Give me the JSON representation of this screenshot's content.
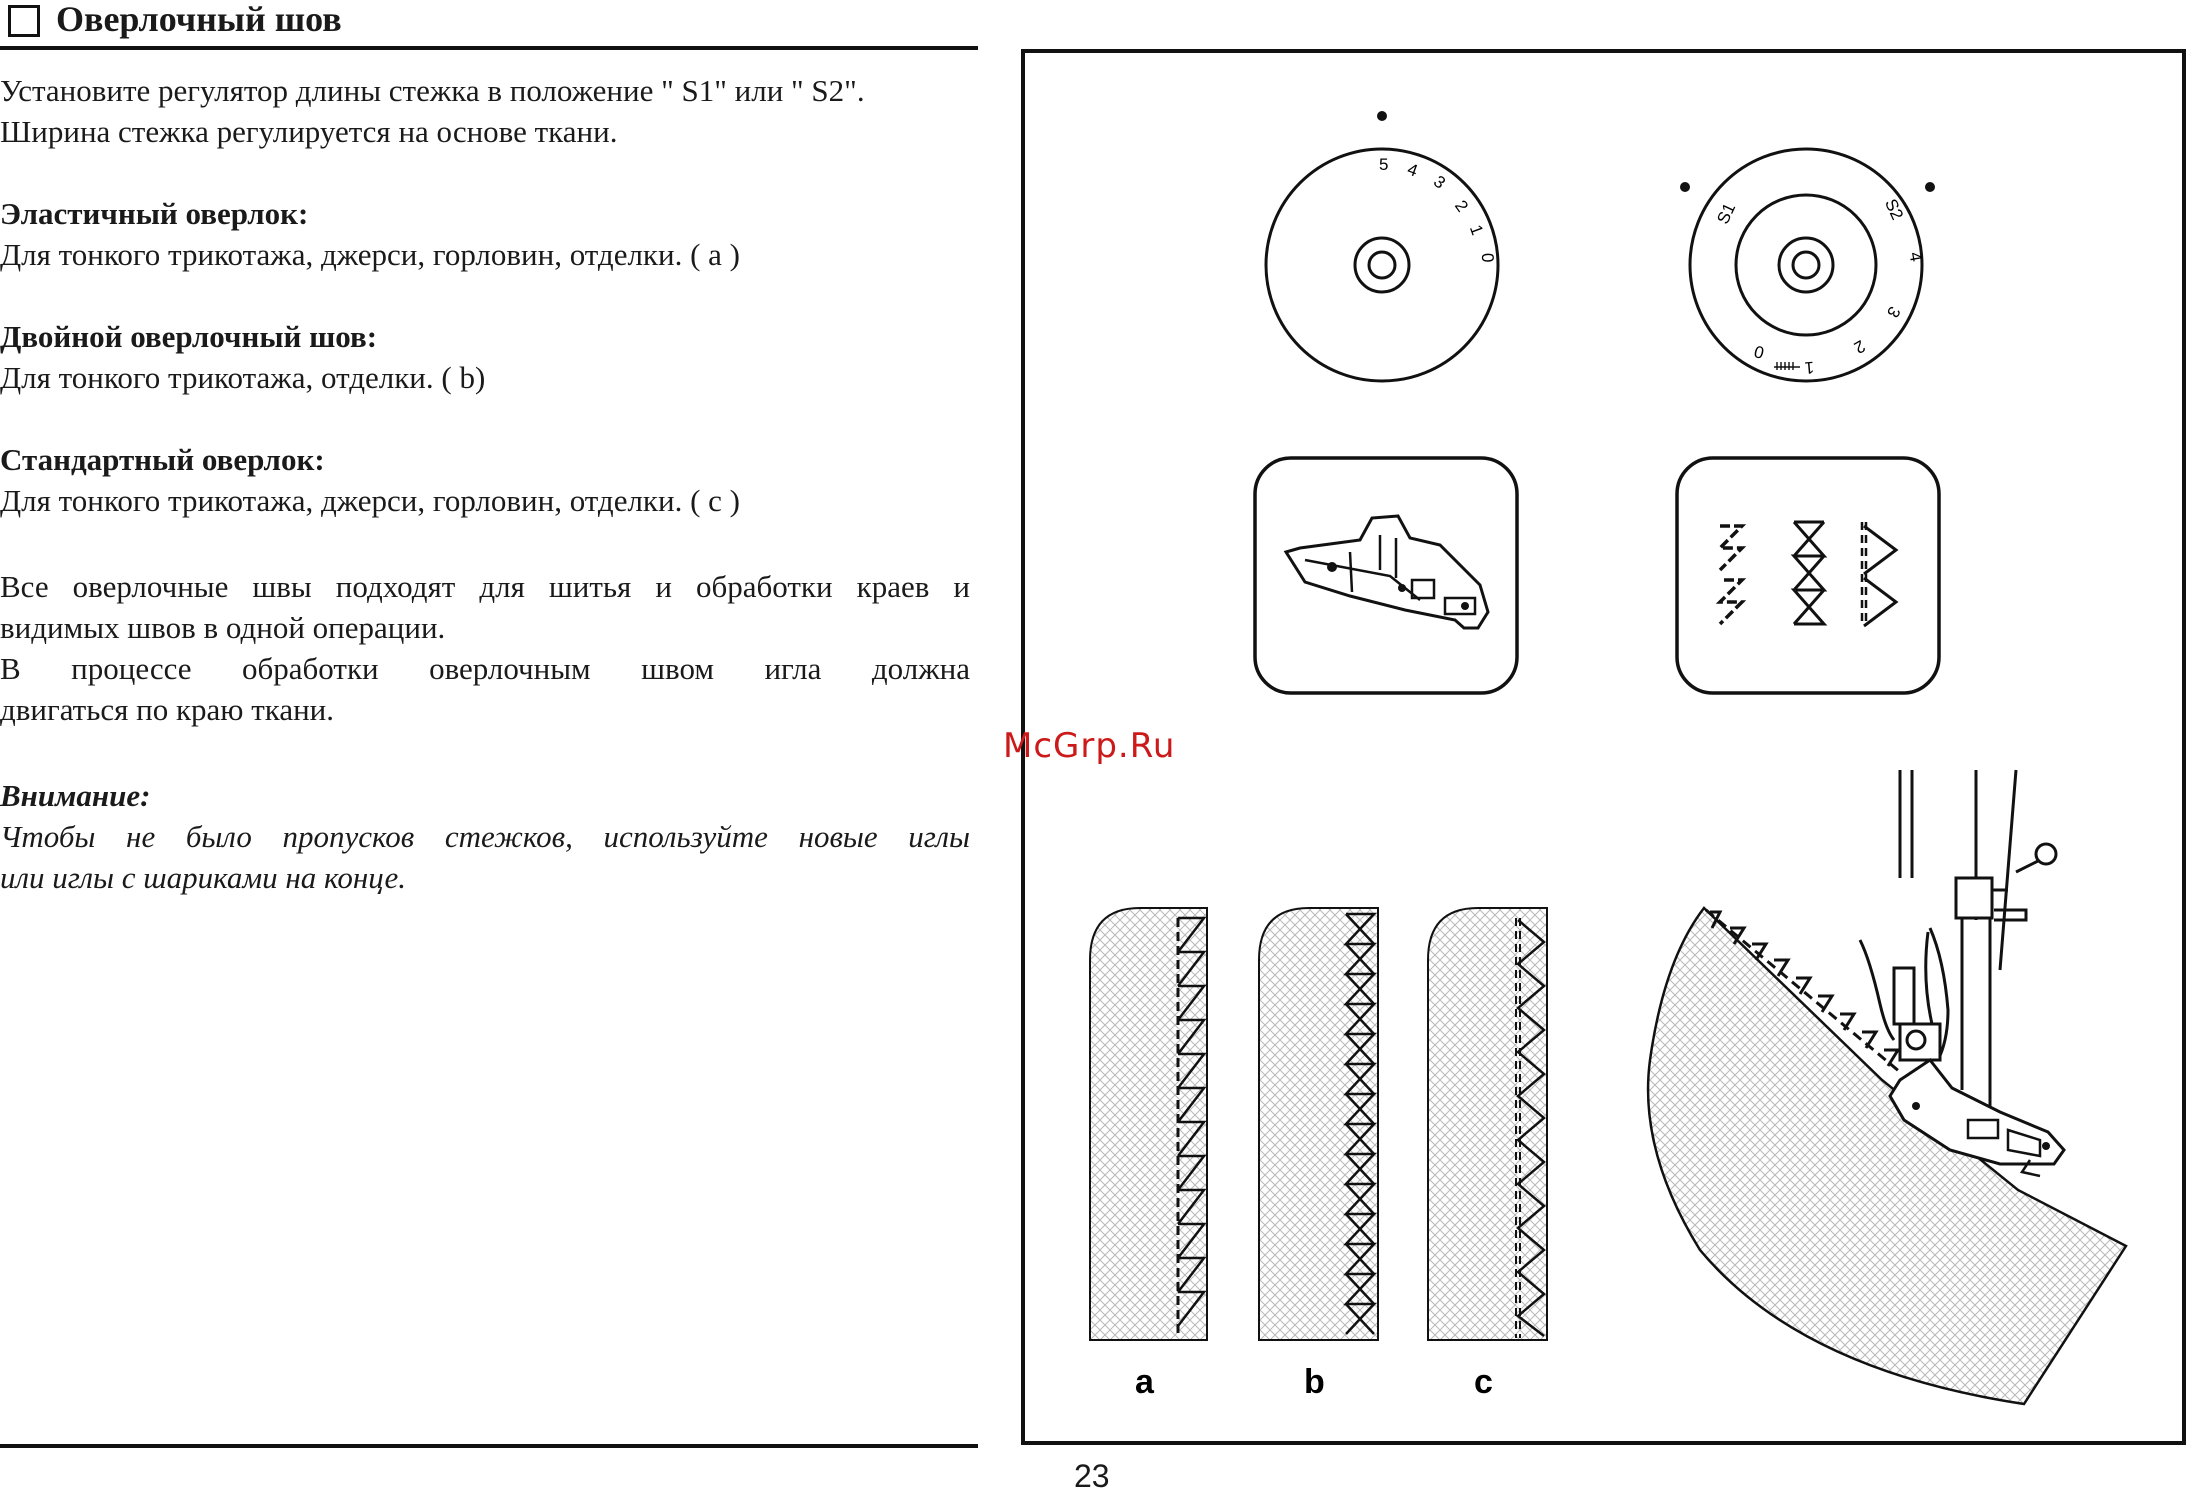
{
  "header": {
    "title": "Оверлочный шов"
  },
  "body_text": {
    "p1_line1": "Установите регулятор длины стежка в положение \" S1\" или \" S2\".",
    "p1_line2": "Ширина стежка регулируется на основе ткани.",
    "elastic_heading": "Эластичный оверлок:",
    "elastic_text": "Для тонкого трикотажа, джерси, горловин, отделки. ( a )",
    "double_heading": "Двойной оверлочный шов:",
    "double_text": "Для тонкого трикотажа, отделки. ( b)",
    "standard_heading": "Стандартный оверлок:",
    "standard_text": "Для тонкого трикотажа, джерси, горловин, отделки. ( c )",
    "all_seams_line1": "Все оверлочные швы подходят для шитья и обработки краев и",
    "all_seams_line2": "видимых швов в одной операции.",
    "process_line1": "В процессе обработки оверлочным швом игла должна",
    "process_line2": "двигаться по краю ткани.",
    "attention_heading": "Внимание:",
    "attention_line1": "Чтобы не было пропусков стежков, используйте новые иглы",
    "attention_line2": "или иглы с шариками на конце."
  },
  "width_dial": {
    "labels": [
      "5",
      "4",
      "3",
      "2",
      "1",
      "0"
    ]
  },
  "length_dial": {
    "labels": [
      "S1",
      "S2",
      "4",
      "3",
      "2",
      "1",
      "0"
    ]
  },
  "samples": [
    {
      "label": "a",
      "stitch": "elastic-overlock"
    },
    {
      "label": "b",
      "stitch": "double-overlock"
    },
    {
      "label": "c",
      "stitch": "standard-overlock"
    }
  ],
  "watermark": "McGrp.Ru",
  "page_number": "23"
}
